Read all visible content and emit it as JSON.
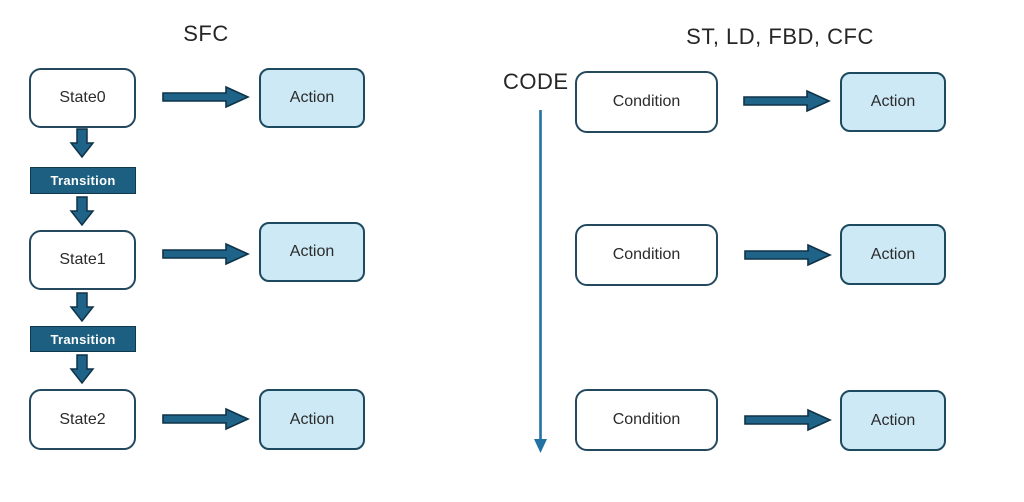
{
  "diagram": {
    "left": {
      "title": "SFC",
      "states": [
        "State0",
        "State1",
        "State2"
      ],
      "transitions": [
        "Transition",
        "Transition"
      ],
      "actions": [
        "Action",
        "Action",
        "Action"
      ]
    },
    "right": {
      "title": "ST, LD, FBD, CFC",
      "code_label": "CODE",
      "conditions": [
        "Condition",
        "Condition",
        "Condition"
      ],
      "actions": [
        "Action",
        "Action",
        "Action"
      ]
    },
    "colors": {
      "box_border": "#24495e",
      "action_fill": "#cde9f6",
      "transition_fill": "#1d5f80",
      "block_arrow_fill": "#1f6488",
      "block_arrow_stroke": "#0f3247",
      "thin_arrow": "#2272a3",
      "text": "#262626"
    }
  }
}
